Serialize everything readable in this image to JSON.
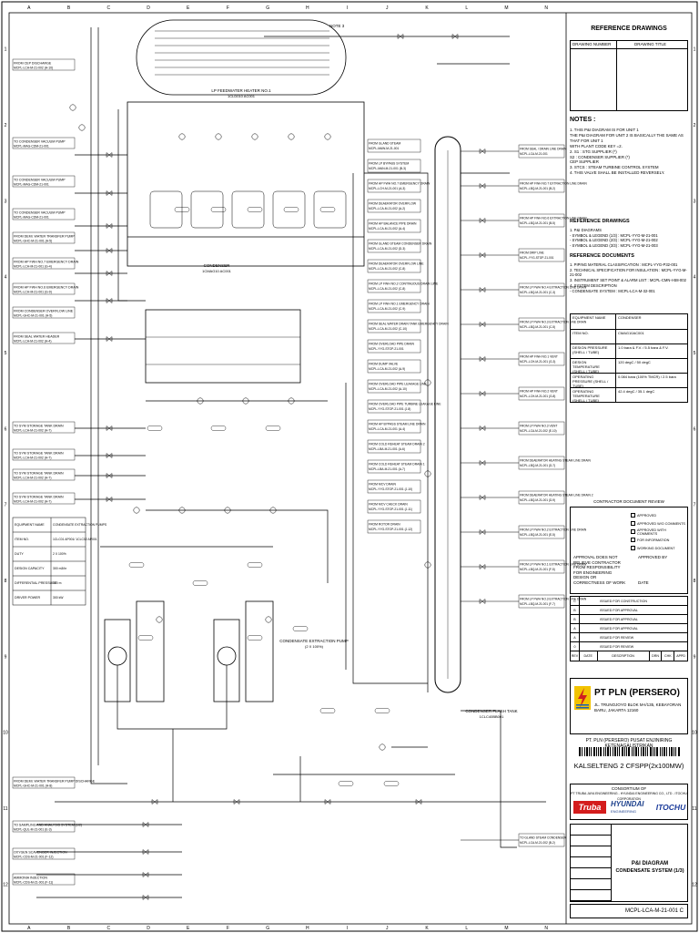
{
  "title_block": {
    "reference_header": "REFERENCE DRAWINGS",
    "ref_col_drawing_number": "DRAWING NUMBER",
    "ref_col_drawing_title": "DRAWING TITLE",
    "notes_header": "NOTES :",
    "notes": [
      "1. THIS P&I DIAGRAM IS FOR UNIT 1",
      "THE P&I DIAGRAM FOR UNIT 2 IS BASICALLY THE SAME AS THAT FOR UNIT 1",
      "WITH PLANT CODE KEY =2.",
      "2. S1 : STG SUPPLIER (*)",
      "S2 : CONDENSER SUPPLIER (*)",
      "CEP SUPPLIER",
      "3. STCS : STEAM TURBINE CONTROL SYSTEM",
      "4. THIS VALVE SHALL BE INSTALLED REVERSELY."
    ],
    "ref_drawings_header": "REFERENCE DRAWINGS",
    "ref_drawings": [
      "1. P&I DIAGRAMS",
      "- SYMBOL & LEGEND (1/3) : MCPL-YYG-M-21-001",
      "- SYMBOL & LEGEND (2/3) : MCPL-YYG-M-21-002",
      "- SYMBOL & LEGEND (3/3) : MCPL-YYG-M-21-003"
    ],
    "ref_documents_header": "REFERENCE DOCUMENTS",
    "ref_documents": [
      "1. PIPING MATERIAL CLASSIFICATION : MCPL-YYG-P32-001",
      "2. TECHNICAL SPECIFICATION FOR INSULATION : MCPL-YYG-M-21-002",
      "3. INSTRUMENT SET POINT & ALARM LIST : MCPL-CMN-I-B8-002",
      "4. SYSTEM DESCRIPTION",
      "- CONDENSATE SYSTEM : MCPL-LCA-M-32-001"
    ],
    "condenser_table": [
      [
        "EQUIPMENT NAME",
        "CONDENSER"
      ],
      [
        "ITEM NO.",
        "CMAG10AC001"
      ],
      [
        "DESIGN PRESSURE (SHELL / TUBE)",
        "1.0 bara & F.V. / 5.5 bara & F.V."
      ],
      [
        "DESIGN TEMPERATURE (SHELL / TUBE)",
        "120 degC / 50 degC"
      ],
      [
        "OPERATING PRESSURE (SHELL / TUBE)",
        "0.084 bara (100% TMCR) / 2.5 bara"
      ],
      [
        "OPERATING TEMPERATURE (SHELL / TUBE)",
        "42.4 degC / 35.1 degC"
      ]
    ],
    "contractor_review": "CONTRACTOR DOCUMENT REVIEW",
    "review_items": [
      "APPROVED",
      "APPROVED W/O COMMENTS",
      "APPROVED WITH COMMENTS",
      "FOR INFORMATION",
      "WORKING DOCUMENT"
    ],
    "review_note": "APPROVAL DOES NOT RELIEVE CONTRACTOR FROM RESPONSIBILITY FOR ENGINEERING DESIGN OR CORRECTNESS OF WORK",
    "approved_by": "APPROVED BY",
    "date_label": "DATE",
    "revision_rows": [
      [
        "C",
        "ISSUED FOR CONSTRUCTION"
      ],
      [
        "B",
        "ISSUED FOR APPROVAL"
      ],
      [
        "B",
        "ISSUED FOR APPROVAL"
      ],
      [
        "A",
        "ISSUED FOR APPROVAL"
      ],
      [
        "A",
        "ISSUED FOR REVIEW"
      ],
      [
        "0",
        "ISSUED FOR REVIEW"
      ]
    ],
    "revision_headers": [
      "REV",
      "DATE",
      "DESCRIPTION",
      "DRN",
      "CHK",
      "APPD"
    ],
    "owner_name": "PT PLN (PERSERO)",
    "owner_address": "JL. TRUNOJOYO BLOK M-I/135, KEBAYORAN BARU, JAKARTA 12160",
    "project_owner": "PT. PLN (PERSERO) PUSAT ENJINIRING KETENAGALISTRIKAN",
    "project_title": "KALSELTENG 2 CFSPP(2x100MW)",
    "consortium_label": "CONSORTIUM OF",
    "consortium_members": "PT TRUBA JAYA ENGINEERING - HYUNDAI ENGINEERING CO., LTD - ITOCHU CORPORATION",
    "logo_truba": "Truba",
    "logo_hyundai": "HYUNDAI",
    "logo_hyundai_sub": "ENGINEERING",
    "logo_itochu": "ITOCHU",
    "drawing_title_line1": "P&I DIAGRAM",
    "drawing_title_line2": "CONDENSATE SYSTEM (1/3)",
    "drawing_number": "MCPL-LCA-M-21-001",
    "sheet_rev": "C"
  },
  "diagram": {
    "col_labels": [
      "A",
      "B",
      "C",
      "D",
      "E",
      "F",
      "G",
      "H",
      "I",
      "J",
      "K",
      "L",
      "M",
      "N"
    ],
    "row_labels": [
      "1",
      "2",
      "3",
      "4",
      "5",
      "6",
      "7",
      "8",
      "9",
      "10",
      "11",
      "12"
    ],
    "note_tag": "NOTE 3",
    "equipment_labels": {
      "lp_heater": "LP FEEDWATER HEATER NO.1",
      "lp_heater_tag": "1CLD010 AC001",
      "condenser": "CONDENSER",
      "condenser_tag": "1CMAG10 AC001",
      "cep": "CONDENSATE EXTRACTION PUMP",
      "cep_sub": "(2 X 100%)",
      "flash_tank": "CONDENSER FLASH TANK",
      "flash_tank_tag": "1CLC40BB001"
    },
    "left_lines": [
      [
        "FROM CEP DISCHARGE",
        "MCPL-LCA-M-21-002 (A-10)"
      ],
      [
        "TO CONDENSER VACUUM PUMP",
        "MCPL-MAG-CDM-21-001"
      ],
      [
        "TO CONDENSER VACUUM PUMP",
        "MCPL-MAG-CDM-21-001"
      ],
      [
        "TO CONDENSER VACUUM PUMP",
        "MCPL-MAG-CDM-21-001"
      ],
      [
        "FROM DEMI. WATER TRANSFER PUMP",
        "MCPL-GHC-M-21-001 (A-5)"
      ],
      [
        "FROM HP FWH NO.7 EMERGENCY DRAIN",
        "MCPL-LCH-M-21-001 (G-4)"
      ],
      [
        "FROM HP FWH NO.6 EMERGENCY DRAIN",
        "MCPL-LCH-M-21-001 (G-9)"
      ],
      [
        "FROM CONDENSER OVERFLOW LINE",
        "MCPL-GHC-M-21-001 (H-5)"
      ],
      [
        "FROM SEAL WATER HEADER",
        "MCPL-LCA-M-21-002 (H-4)"
      ],
      [
        "TO SYM STORAGE TANK DRAIN",
        "MCPL-LCA-M-21-002 (H-7)"
      ],
      [
        "TO SYM STORAGE TANK DRAIN",
        "MCPL-LCA-M-21-002 (H-7)"
      ],
      [
        "TO SYM STORAGE TANK DRAIN",
        "MCPL-LCA-M-21-002 (H-7)"
      ],
      [
        "TO SYM STORAGE TANK DRAIN",
        "MCPL-LCA-M-21-002 (H-7)"
      ],
      [
        "FROM DEMI. WATER TRANSFER PUMP DISCHARGE",
        "MCPL-GHC-M-21-001 (H-8)"
      ],
      [
        "TO SAMPLING AND ANALYSIS SYSTEM (1/2)",
        "MCPL-QUL-M-21-001 (E-3)"
      ],
      [
        "OXYGEN SCAVENGER INJECTION",
        "MCPL-CDS-M-21-001 (F-12)"
      ],
      [
        "AMMONIA INJECTION",
        "MCPL-CDS-M-21-001 (F-11)"
      ]
    ],
    "center_lines": [
      [
        "FROM GLAND STEAM",
        "MCPL-MAW-M-21-001"
      ],
      [
        "FROM LP BYPASS SYSTEM",
        "MCPL-MAN-M-21-001 (B-3)"
      ],
      [
        "FROM HP FWH NO.7 EMERGENCY DRAIN",
        "MCPL-LCH-M-21-001 (A-3)"
      ],
      [
        "FROM DEAERATOR OVERFLOW",
        "MCPL-LCA-M-21-002 (A-2)"
      ],
      [
        "FROM HP BALANCE PIPE DRAIN",
        "MCPL-LCA-M-21-002 (A-4)"
      ],
      [
        "FROM GLAND STEAM CONDENSER DRAIN",
        "MCPL-LCA-M-21-002 (D-3)"
      ],
      [
        "FROM DEAERATOR OVERFLOW LINE",
        "MCPL-LCA-M-21-002 (C-8)"
      ],
      [
        "FROM LP FWH NO.2 CONTINUOUS DRAIN LINE",
        "MCPL-LCA-M-21-002 (C-8)"
      ],
      [
        "FROM LP FWH NO.1 EMERGENCY DRAIN",
        "MCPL-LCA-M-21-002 (C-9)"
      ],
      [
        "FROM SEAL WATER DRAIN TANK EMERGENCY DRAIN",
        "MCPL-LCA-M-21-002 (C-10)"
      ],
      [
        "FROM OVERLOAD PIPE DRAIN",
        "MCPL-YYG-STGP-21-001"
      ],
      [
        "FROM DUMP VALVE",
        "MCPL-LCA-M-21-002 (A-9)"
      ],
      [
        "FROM OVERLOAD PIPE LEAKAGE LINE",
        "MCPL-LCA-M-21-002 (A-10)"
      ],
      [
        "FROM OVERLOAD PIPE TURBINE LEAKAGE LINE",
        "MCPL-YYG-STGP-21-001 (J-8)"
      ],
      [
        "FROM HP BYPASS STEAM LINE DRAIN",
        "MCPL-LCA-M-21-001 (A-4)"
      ],
      [
        "FROM COLD REHEAT STEAM DRAIN 2",
        "MCPL-LBA-M-21-001 (A-6)"
      ],
      [
        "FROM COLD REHEAT STEAM DRAIN 1",
        "MCPL-LBA-M-21-001 (A-7)"
      ],
      [
        "FROM MCV DRAIN",
        "MCPL-YYG-STGP-21-001 (J-10)"
      ],
      [
        "FROM MCV CHECK DRAIN",
        "MCPL-YYG-STGP-21-001 (J-11)"
      ],
      [
        "FROM ROTOR DRAIN",
        "MCPL-YYG-STGP-21-001 (J-12)"
      ]
    ],
    "right_lines": [
      [
        "FROM SEAL / DRAIN LINE DRAIN",
        "MCPL-LCA-M-21-001"
      ],
      [
        "FROM HP FWH NO.7 EXTRACTION LINE DRAIN",
        "MCPL-LBQ-M-21-001 (B-2)"
      ],
      [
        "FROM HP FWH NO.6 EXTRACTION LINE DRAIN",
        "MCPL-LBQ-M-21-001 (B-5)"
      ],
      [
        "FROM DRIP LINE",
        "MCPL-YYG-STGP-21-001"
      ],
      [
        "FROM LP FWH NO.4 EXTRACTION LINE DRAIN",
        "MCPL-LBQ-M-21-001 (C-3)"
      ],
      [
        "FROM LP FWH NO.3 EXTRACTION LINE DRAIN",
        "MCPL-LBQ-M-21-001 (C-5)"
      ],
      [
        "FROM HP FWH NO.1 VENT",
        "MCPL-LCH-M-21-001 (G-3)"
      ],
      [
        "FROM HP FWH NO.2 VENT",
        "MCPL-LCH-M-21-001 (G-8)"
      ],
      [
        "FROM LP FWH NO.3 VENT",
        "MCPL-LCA-M-21-002 (E-10)"
      ],
      [
        "FROM DEAERATOR HEATING STEAM LINE DRAIN",
        "MCPL-LBQ-M-21-001 (D-7)"
      ],
      [
        "FROM DEAERATOR HEATING STEAM LINE DRAIN 2",
        "MCPL-LBQ-M-21-001 (D-9)"
      ],
      [
        "FROM LP FWH NO.2 EXTRACTION LINE DRAIN",
        "MCPL-LBQ-M-21-001 (E-5)"
      ],
      [
        "FROM LP FWH NO.1 EXTRACTION LINE DRAIN",
        "MCPL-LBQ-M-21-001 (F-5)"
      ],
      [
        "FROM LP FWH NO.3 EXTRACTION LINE DRAIN",
        "MCPL-LBQ-M-21-001 (F-7)"
      ],
      [
        "TO GLAND STEAM CONDENSER",
        "MCPL-LCA-M-21-002 (B-2)"
      ]
    ],
    "cep_table": [
      [
        "EQUIPMENT NAME",
        "CONDENSATE EXTRACTION PUMPS"
      ],
      [
        "ITEM NO.",
        "1CLC01 AP001/ 1CLC02 AP001"
      ],
      [
        "DUTY",
        "2 X 100%"
      ],
      [
        "DESIGN CAPACITY",
        "300 m3/hr"
      ],
      [
        "DIFFERENTIAL PRESSURE",
        "220 m"
      ],
      [
        "DRIVER POWER",
        "300 kW"
      ]
    ]
  }
}
